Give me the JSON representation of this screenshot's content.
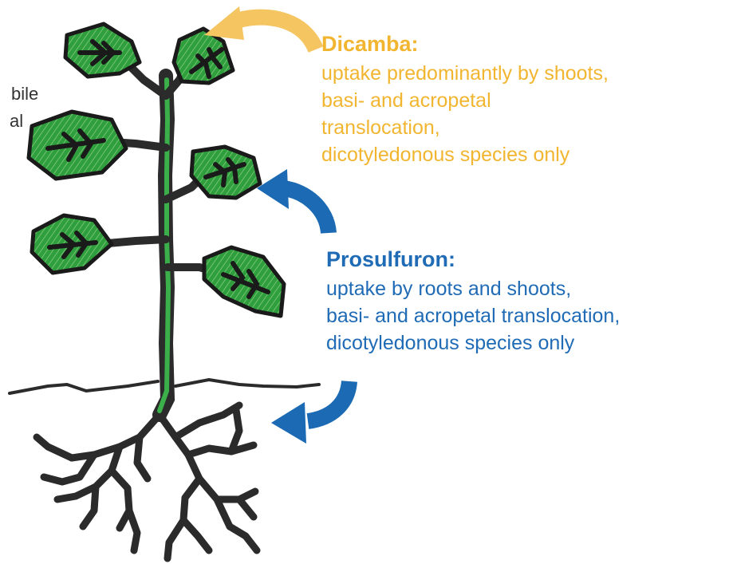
{
  "colors": {
    "dicamba": "#f2b530",
    "dicamba_arrow": "#f5c561",
    "prosulfuron": "#1f6bb5",
    "prosulfuron_arrow": "#1b6ab3",
    "leaf": "#2f9e3c",
    "stem": "#2b2b2b"
  },
  "cut_text": {
    "line1": "bile",
    "line2": "al"
  },
  "dicamba": {
    "title": "Dicamba:",
    "lines": [
      "uptake predominantly by shoots,",
      "basi- and acropetal",
      "translocation,",
      "dicotyledonous species only"
    ]
  },
  "prosulfuron": {
    "title": "Prosulfuron:",
    "lines": [
      "uptake by roots and shoots,",
      "basi- and acropetal translocation,",
      "dicotyledonous species only"
    ]
  },
  "icons": [
    "plant-illustration",
    "curved-arrow-icon"
  ]
}
